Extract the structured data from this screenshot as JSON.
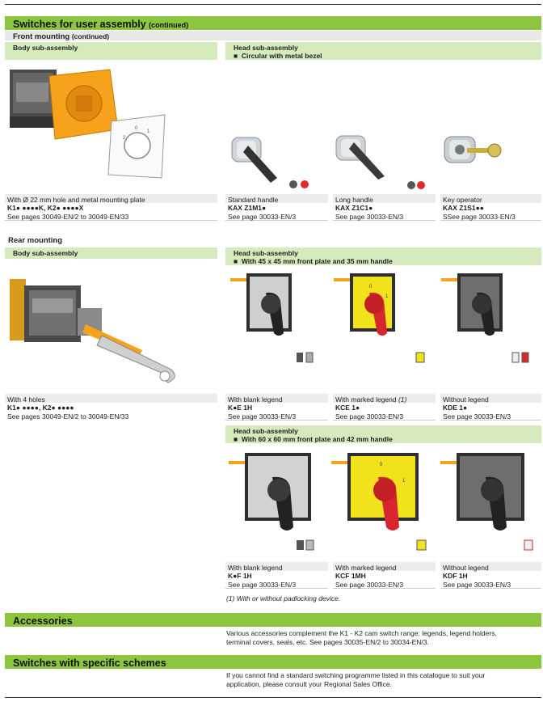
{
  "title": {
    "main": "Switches for user assembly",
    "note": "(continued)"
  },
  "front": {
    "heading": "Front mounting",
    "note": "(continued)",
    "body_label": "Body sub-assembly",
    "head_label": "Head sub-assembly",
    "head_sub": "Circular with metal bezel",
    "body_caption": "With Ø 22 mm hole and metal mounting plate",
    "body_ref": "K1● ●●●●K, K2● ●●●●X",
    "body_see": "See pages 30049-EN/2 to 30049-EN/33",
    "plate_marks": [
      "2",
      "0",
      "1"
    ],
    "items": [
      {
        "caption": "Standard handle",
        "ref": "KAX Z1M1●",
        "see": "See page 30033-EN/3"
      },
      {
        "caption": "Long handle",
        "ref": "KAX Z1C1●",
        "see": "See page 30033-EN/3"
      },
      {
        "caption": "Key operator",
        "ref": "KAX Z1S1●●",
        "see": "SSee page 30033-EN/3"
      }
    ]
  },
  "rear": {
    "heading": "Rear mounting",
    "body_label": "Body sub-assembly",
    "head_label": "Head sub-assembly",
    "head_sub_45": "With 45 x 45 mm front plate and 35 mm handle",
    "body_caption": "With 4 holes",
    "body_ref": "K1● ●●●●, K2● ●●●●",
    "body_see": "See pages 30049-EN/2 to 30049-EN/33",
    "items_45": [
      {
        "caption": "With blank legend",
        "ref": "K●E 1H",
        "see": "See page 30033-EN/3"
      },
      {
        "caption": "With marked legend",
        "caption_note": "(1)",
        "ref": "KCE 1●",
        "see": "See page 30033-EN/3",
        "marks": [
          "0",
          "1"
        ]
      },
      {
        "caption": "Without legend",
        "ref": "KDE 1●",
        "see": "See page 30033-EN/3"
      }
    ],
    "head_label_2": "Head sub-assembly",
    "head_sub_60": "With 60 x 60 mm front plate and 42 mm handle",
    "items_60": [
      {
        "caption": "With blank legend",
        "ref": "K●F 1H",
        "see": "See page 30033-EN/3"
      },
      {
        "caption": "With marked legend",
        "ref": "KCF 1MH",
        "see": "See page 30033-EN/3",
        "marks": [
          "0",
          "1"
        ]
      },
      {
        "caption": "Without legend",
        "ref": "KDF 1H",
        "see": "See page 30033-EN/3"
      }
    ],
    "footnote": "(1) With or without padlocking device."
  },
  "accessories": {
    "heading": "Accessories",
    "text_1": "Various accessories complement the K1 - K2 cam switch range: legends, legend holders,",
    "text_2": "terminal covers, seals, etc. See pages 30035-EN/2 to 30034-EN/3."
  },
  "specific": {
    "heading": "Switches with specific schemes",
    "text_1": "If you cannot find a standard switching programme listed in this catalogue to suit your",
    "text_2": "application, please consult your Regional Sales Office."
  },
  "colors": {
    "green": "#8cc63f",
    "light_green": "#d6ebbd",
    "yellow": "#f2e21b",
    "red": "#d7262e",
    "orange": "#f7a21b"
  }
}
